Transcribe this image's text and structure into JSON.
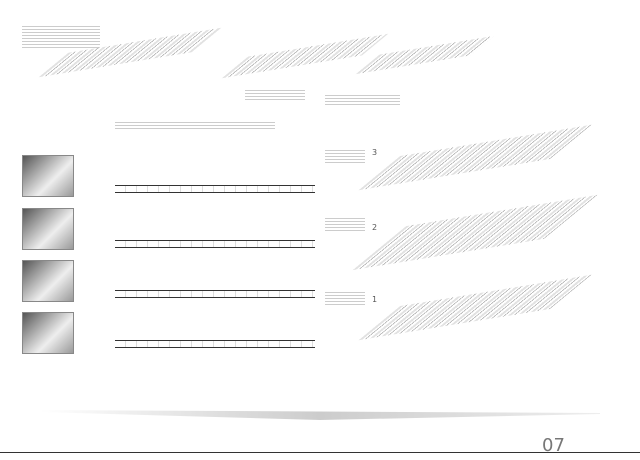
{
  "board": {
    "sheet_number": "07",
    "stage_numbers": [
      "3",
      "2",
      "1"
    ],
    "accent": "#555555"
  }
}
